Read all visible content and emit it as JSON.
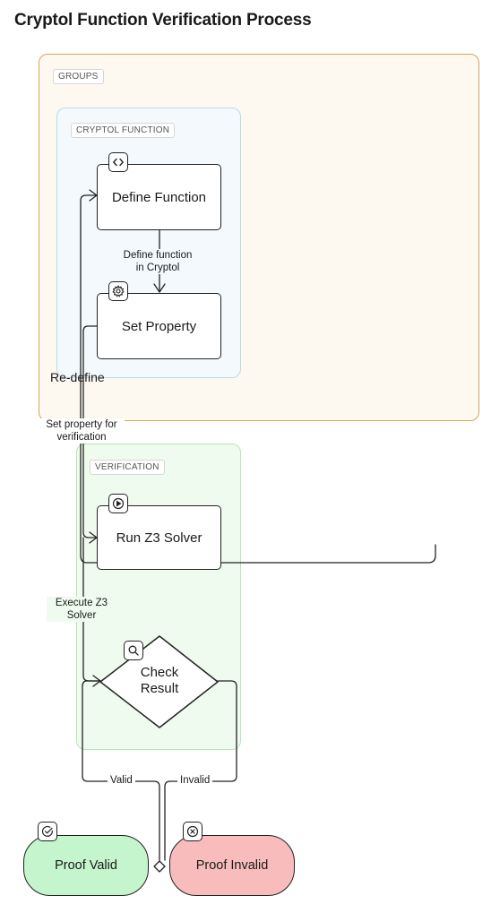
{
  "title": "Cryptol Function Verification Process",
  "groups": {
    "outer": "GROUPS",
    "cryptol": "CRYPTOL FUNCTION",
    "verification": "VERIFICATION"
  },
  "nodes": {
    "define": "Define Function",
    "property": "Set Property",
    "z3": "Run Z3 Solver",
    "check_line1": "Check",
    "check_line2": "Result",
    "valid": "Proof Valid",
    "invalid": "Proof Invalid"
  },
  "edges": {
    "define_line1": "Define function",
    "define_line2": "in Cryptol",
    "property_line1": "Set property for",
    "property_line2": "verification",
    "execute_line1": "Execute Z3",
    "execute_line2": "Solver",
    "redefine": "Re-define",
    "valid": "Valid",
    "invalid": "Invalid"
  },
  "icons": {
    "define": "code-icon",
    "property": "gear-icon",
    "z3": "play-icon",
    "check": "search-icon",
    "valid": "check-circle-icon",
    "invalid": "x-circle-icon"
  },
  "colors": {
    "outer_group_border": "#d9a351",
    "outer_group_fill": "#fdf9f1",
    "cryptol_group_border": "#b9dbe9",
    "cryptol_group_fill": "#f3f9fd",
    "verification_group_border": "#b8e6b8",
    "verification_group_fill": "#effbef",
    "valid_fill": "#c4f5cc",
    "invalid_fill": "#f9bcbc"
  }
}
